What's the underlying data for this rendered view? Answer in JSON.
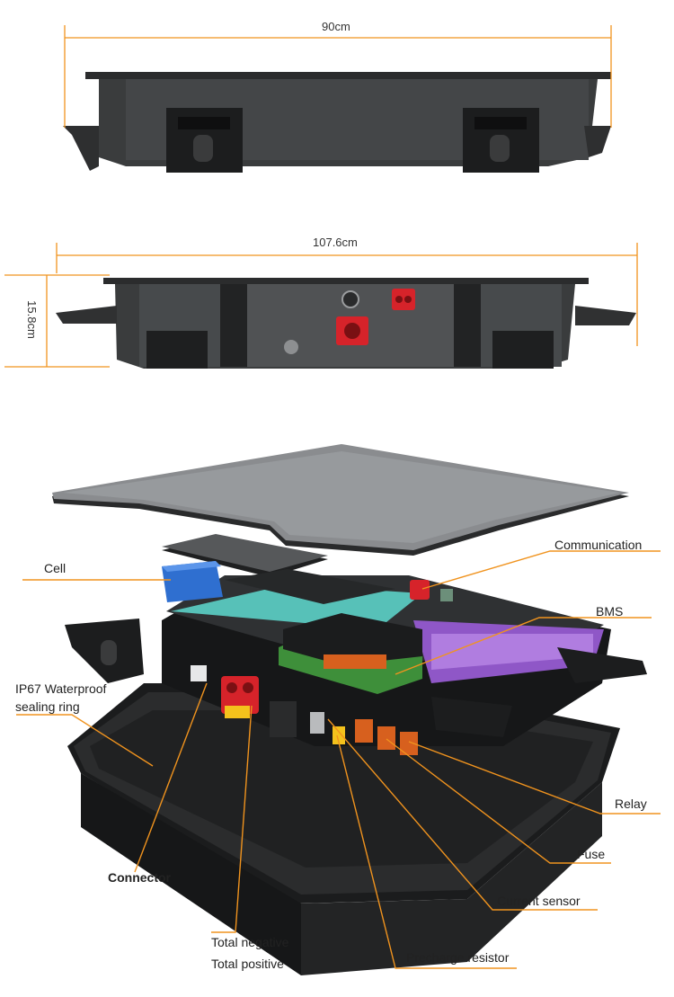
{
  "colors": {
    "accent": "#f0931e",
    "body_dark": "#3a3c3d",
    "body_mid": "#4a4c4e",
    "shadow": "#1e1f20",
    "connector_red": "#d6232a",
    "cell_blue": "#2f6fd0",
    "bms_green": "#3e8f3a",
    "relay_orange": "#d7601e",
    "module_purple": "#9b5cc8"
  },
  "dimensions": {
    "width_top": "90cm",
    "width_side": "107.6cm",
    "height_side": "15.8cm"
  },
  "labels": {
    "communication": "Communication",
    "cell": "Cell",
    "bms": "BMS",
    "sealing_line1": "IP67 Waterproof",
    "sealing_line2": "sealing ring",
    "relay": "Relay",
    "connector": "Connector",
    "fuse": "Fuse",
    "current_sensor": "Current sensor",
    "total_negative": "Total negative",
    "total_positive": "Total positive",
    "precharge_resistor": "Precharge resistor"
  }
}
